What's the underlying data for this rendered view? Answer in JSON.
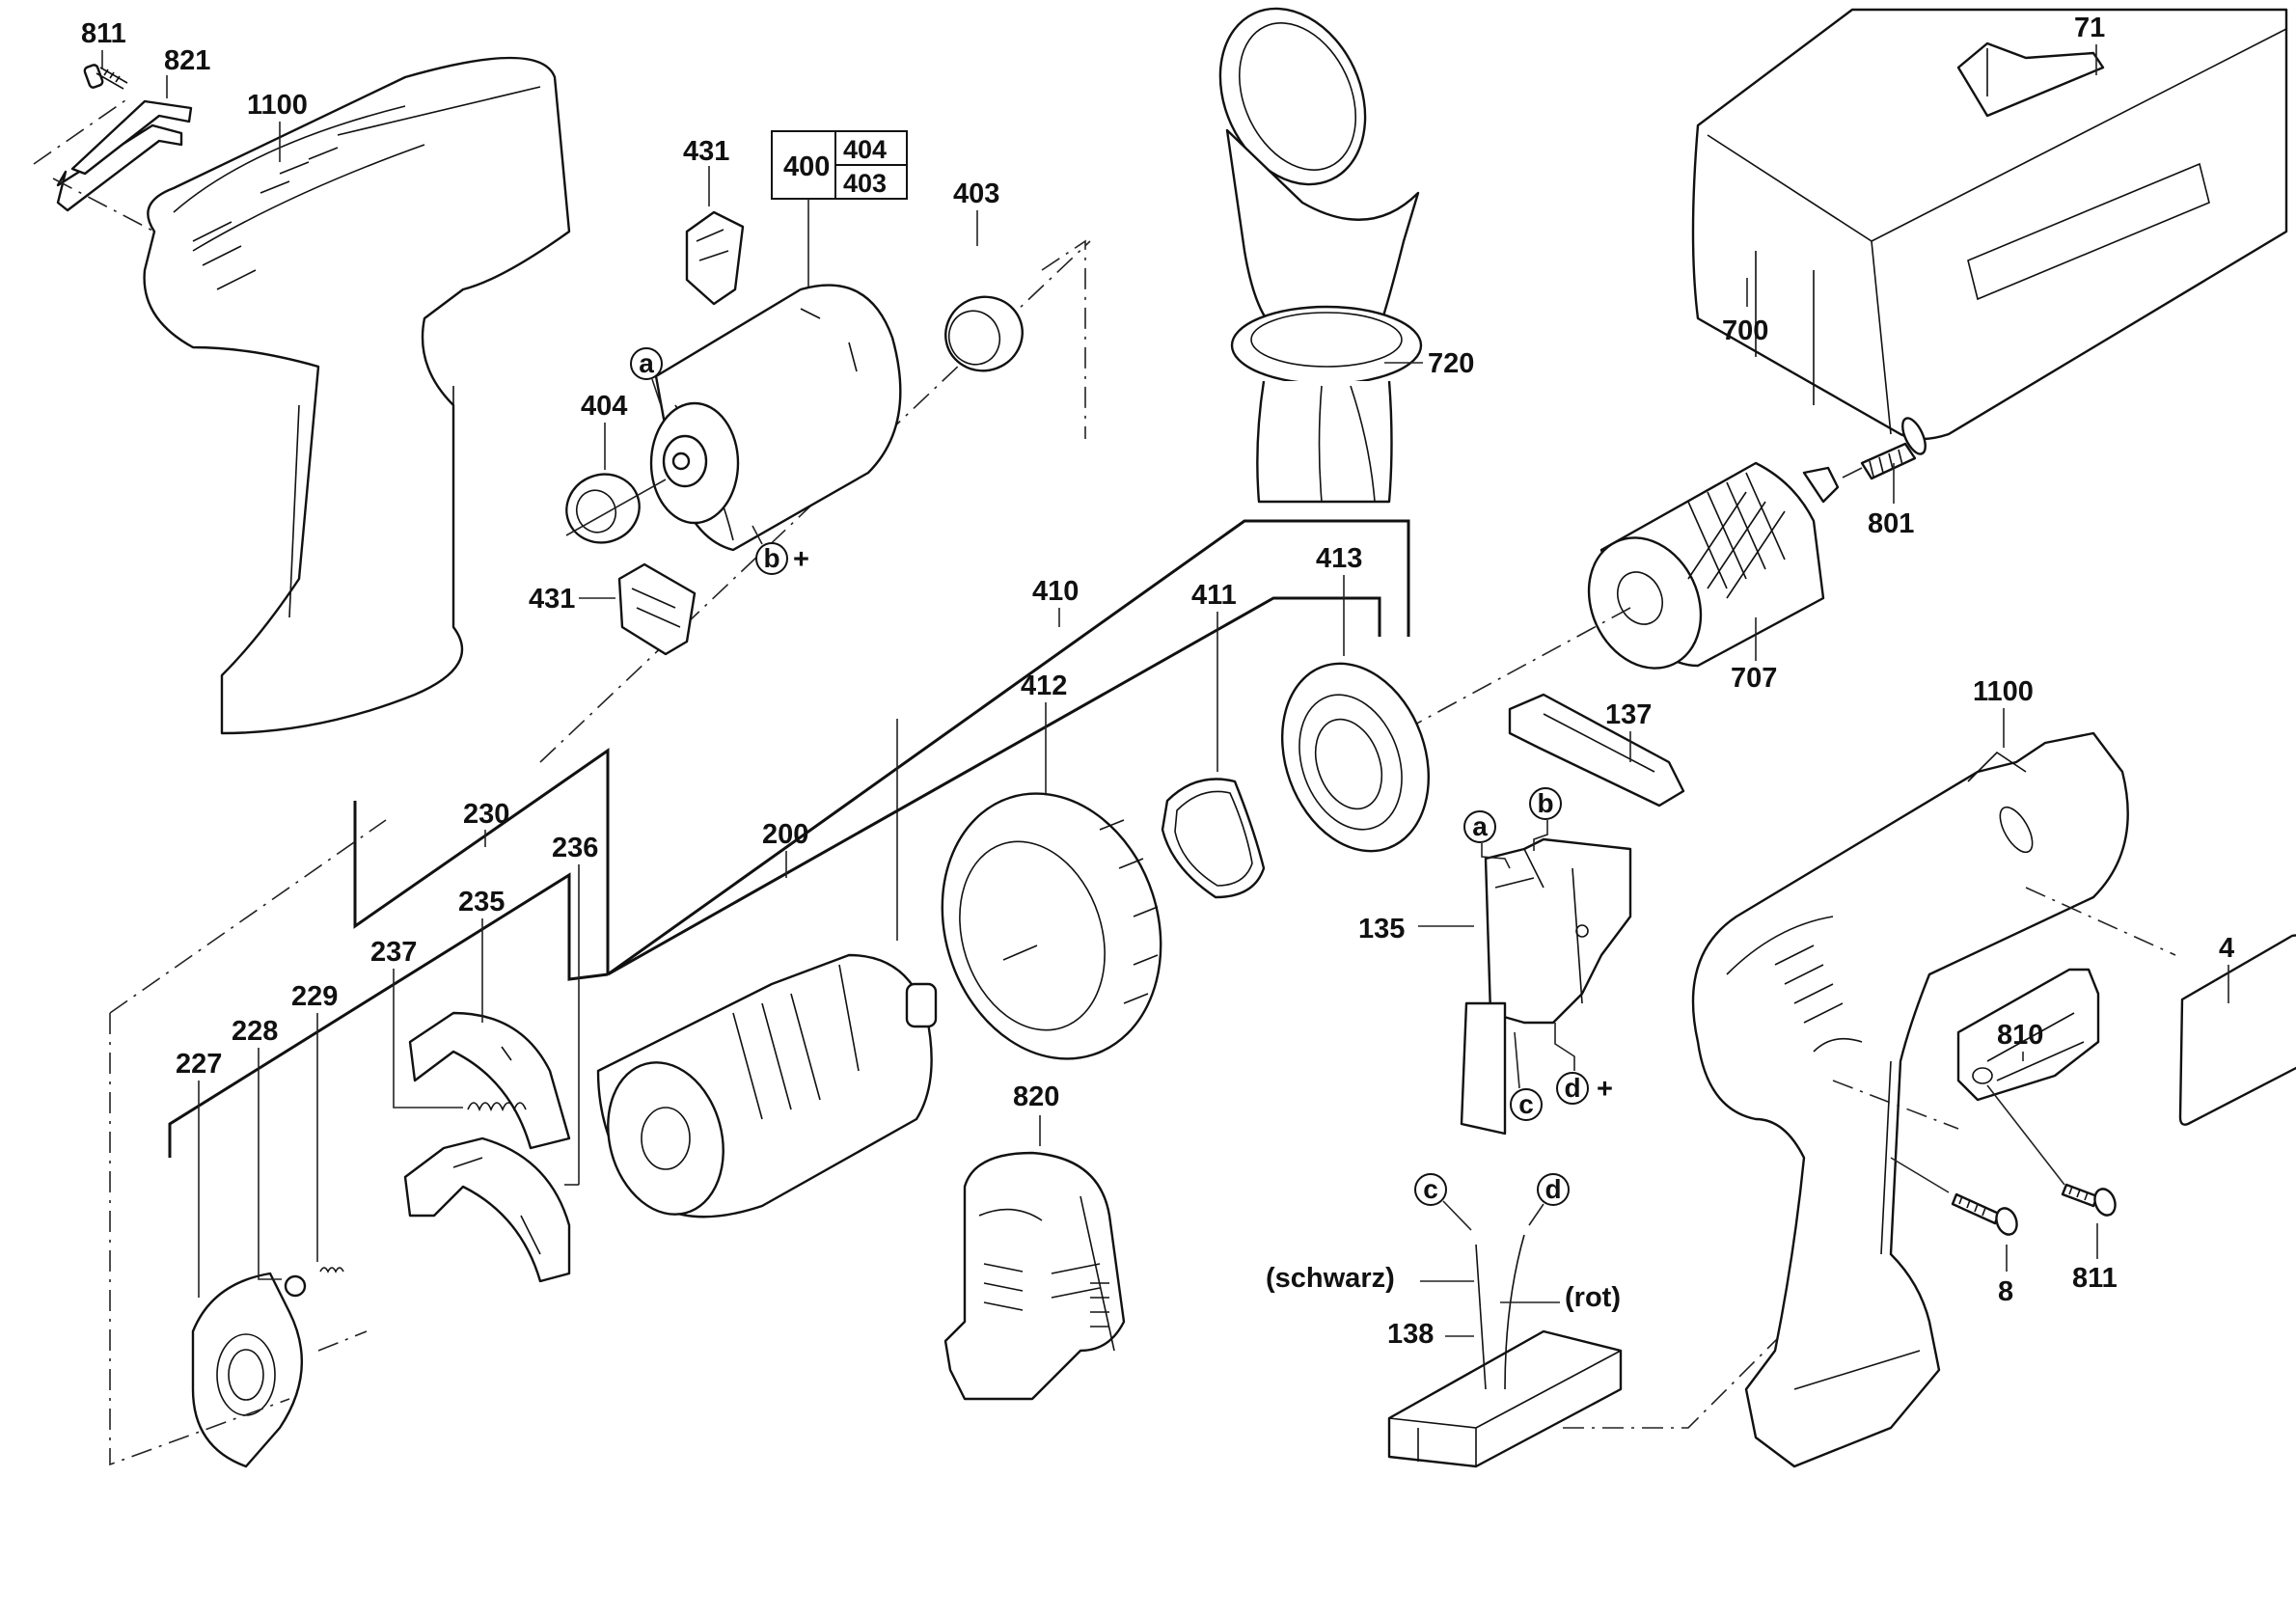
{
  "diagram": {
    "title": "Exploded parts diagram — cordless drill driver",
    "labels": {
      "p811_top": "811",
      "p821": "821",
      "p1100_left": "1100",
      "p431_top": "431",
      "p400": "400",
      "p404_box": "404",
      "p403_box": "403",
      "p403": "403",
      "p404": "404",
      "p431_bottom": "431",
      "p720": "720",
      "p71": "71",
      "p700": "700",
      "p801": "801",
      "p707": "707",
      "p410": "410",
      "p411": "411",
      "p413": "413",
      "p412": "412",
      "p137": "137",
      "p1100_right": "1100",
      "p230": "230",
      "p236": "236",
      "p235": "235",
      "p237": "237",
      "p229": "229",
      "p228": "228",
      "p227": "227",
      "p200": "200",
      "p135": "135",
      "p4": "4",
      "p810": "810",
      "p820": "820",
      "p8": "8",
      "p811_bottom": "811",
      "p138": "138",
      "wire_black": "(schwarz)",
      "wire_red": "(rot)"
    },
    "connectors": {
      "a_motor": "a",
      "b_motor": "b",
      "b_plus": "+",
      "a_switch": "a",
      "b_switch": "b",
      "c_switch": "c",
      "d_switch": "d",
      "d_plus": "+",
      "c_wire": "c",
      "d_wire": "d"
    },
    "colors": {
      "line": "#111111",
      "background": "#ffffff"
    }
  }
}
